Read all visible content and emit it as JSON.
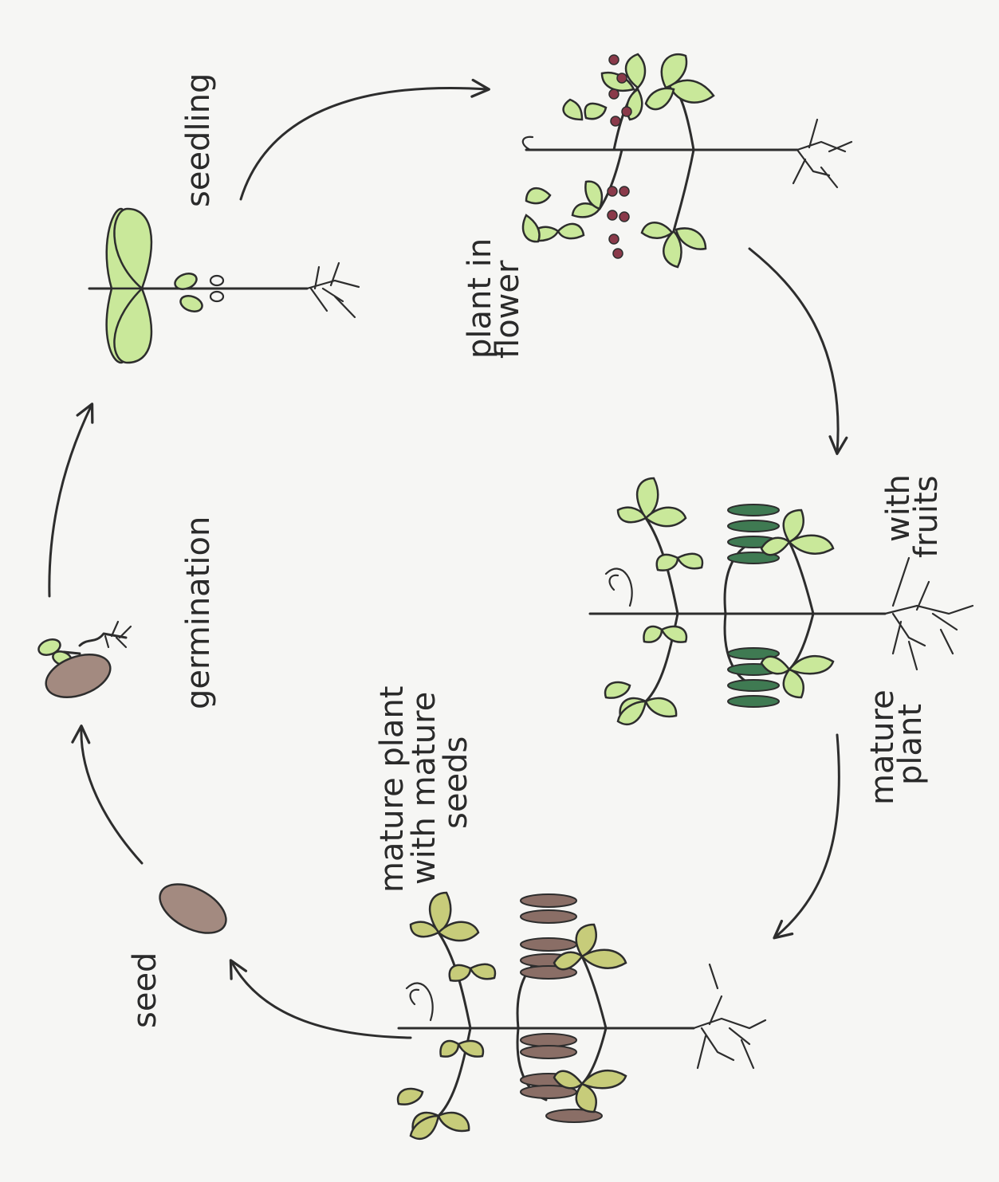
{
  "diagram": {
    "type": "life-cycle",
    "stages": {
      "seed": {
        "label": "seed"
      },
      "germination": {
        "label": "germination"
      },
      "seedling": {
        "label": "seedling"
      },
      "flower": {
        "line1": "plant in",
        "line2": "flower"
      },
      "fruits": {
        "line1": "mature",
        "line2": "plant",
        "line3": "with",
        "line4": "fruits"
      },
      "seeds": {
        "line1": "mature plant",
        "line2": "with mature",
        "line3": "seeds"
      }
    },
    "colors": {
      "leaf": "#c9e89a",
      "leaf_olive": "#c7cc7a",
      "seed": "#a38a80",
      "flower": "#8a3a4a",
      "pod_green": "#3f7a52",
      "pod_brown": "#8a6e66",
      "ink": "#2d2d2d"
    }
  }
}
